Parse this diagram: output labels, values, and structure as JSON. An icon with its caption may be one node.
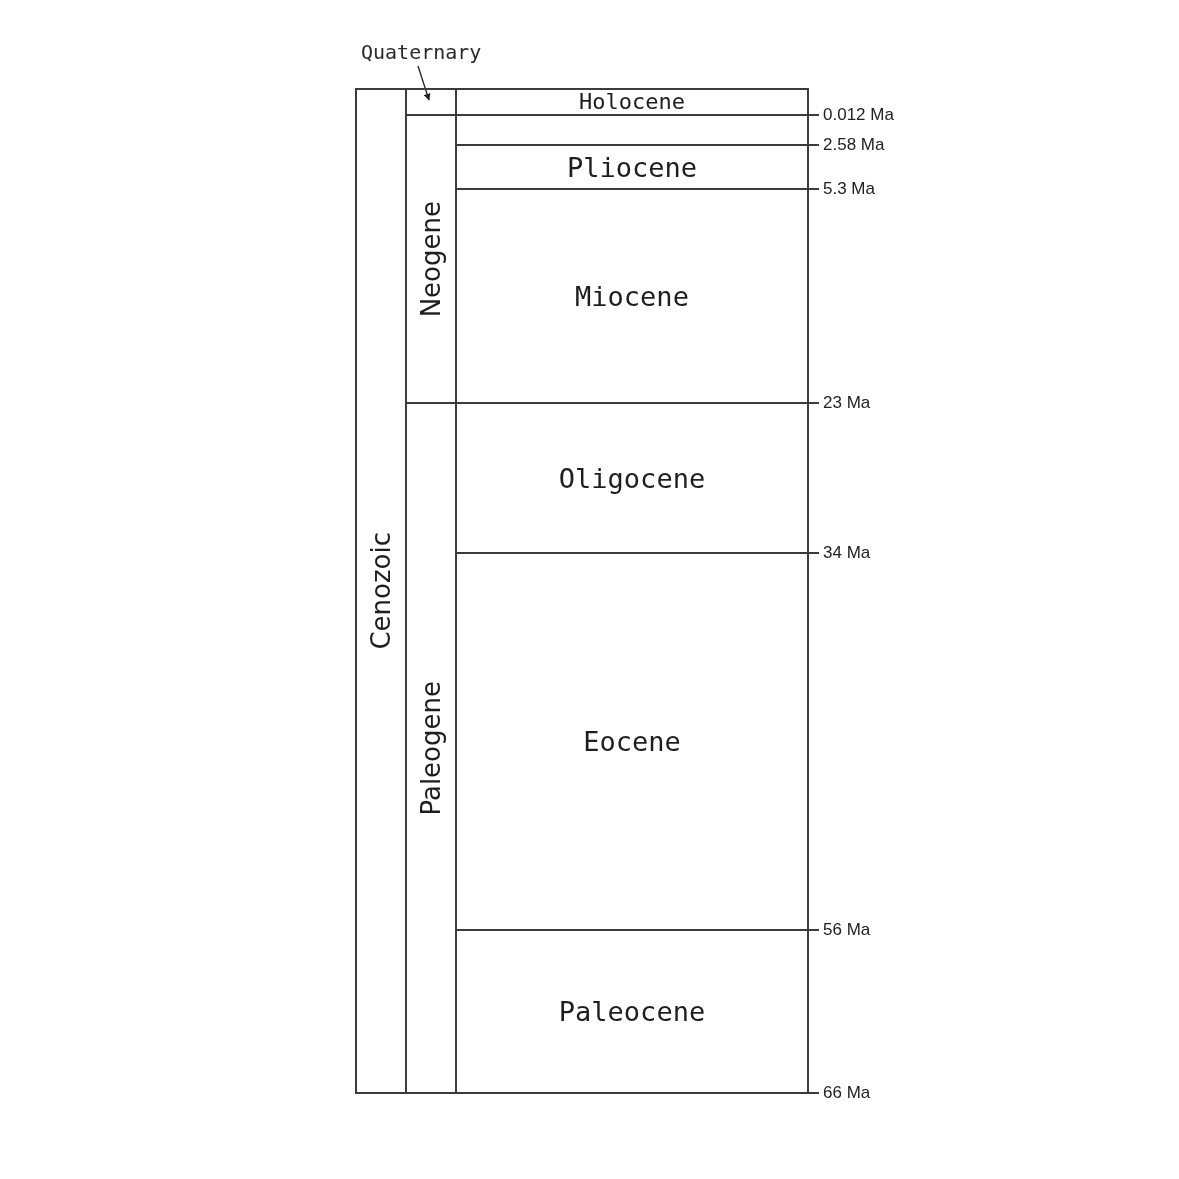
{
  "diagram": {
    "nodes": [
      {
        "text": [
          "Quaternary"
        ]
      },
      {
        "text": [
          "Cenozoic"
        ]
      },
      {
        "text": [],
        "shape": "box"
      },
      {
        "text": [
          "Neogene"
        ]
      },
      {
        "text": [
          "Paleogene"
        ]
      },
      {
        "text": [
          "Holocene"
        ],
        "beside": [
          "0.012 Ma"
        ]
      },
      {
        "text": [],
        "shape": "box",
        "beside": [
          "2.58 Ma"
        ]
      },
      {
        "text": [
          "Pliocene"
        ],
        "beside": [
          "5.3 Ma"
        ]
      },
      {
        "text": [
          "Miocene"
        ],
        "beside": [
          "23 Ma"
        ]
      },
      {
        "text": [
          "Oligocene"
        ],
        "beside": [
          "34 Ma"
        ]
      },
      {
        "text": [
          "Eocene"
        ],
        "beside": [
          "56 Ma"
        ]
      },
      {
        "text": [
          "Paleocene"
        ],
        "beside": [
          "66 Ma"
        ]
      }
    ],
    "edges": [
      {
        "from": 0,
        "to": 2,
        "arrow": "to"
      }
    ]
  }
}
